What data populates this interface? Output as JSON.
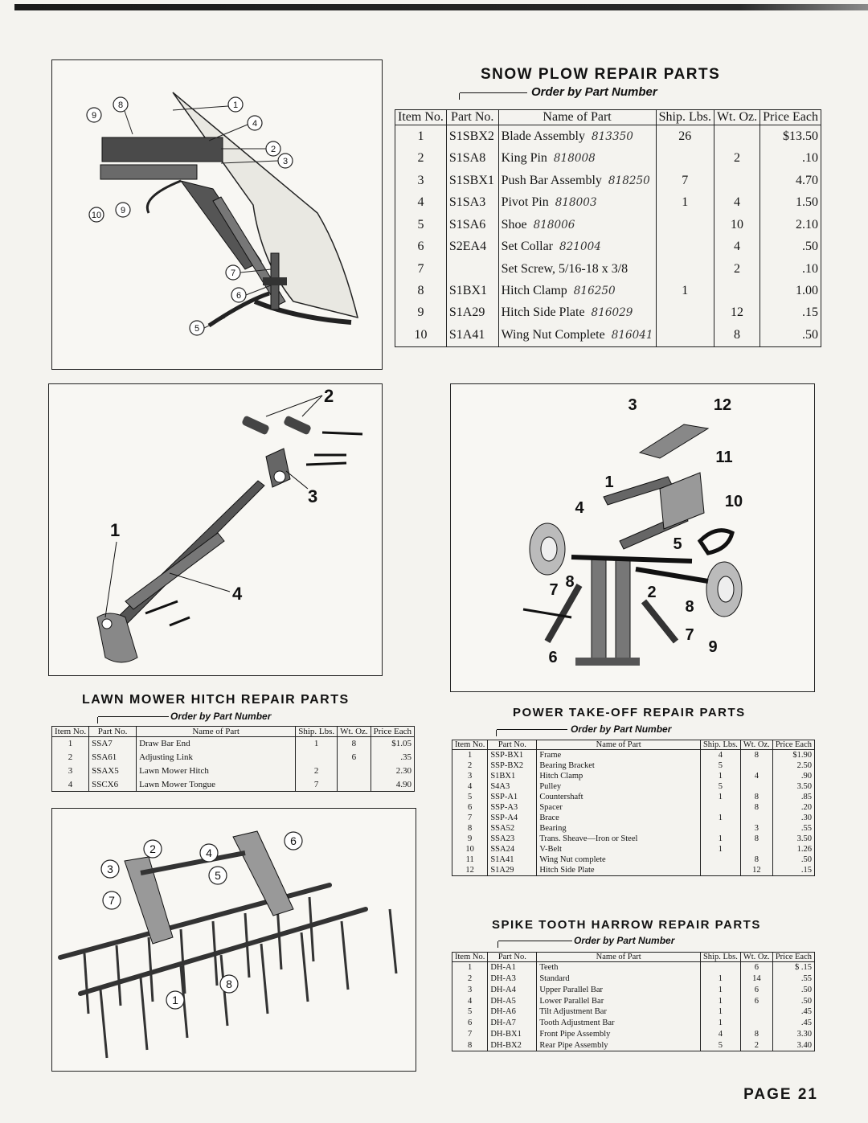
{
  "page_label": "PAGE 21",
  "order_note": "Order by Part Number",
  "snow_plow": {
    "title": "SNOW PLOW REPAIR PARTS",
    "headers": {
      "item": "Item No.",
      "part": "Part No.",
      "name": "Name of Part",
      "ship": "Ship. Lbs.",
      "wt": "Wt. Oz.",
      "price": "Price Each"
    },
    "rows": [
      {
        "item": "1",
        "part": "S1SBX2",
        "name": "Blade Assembly",
        "note": "813350",
        "lbs": "26",
        "oz": "",
        "price": "$13.50"
      },
      {
        "item": "2",
        "part": "S1SA8",
        "name": "King Pin",
        "note": "818008",
        "lbs": "",
        "oz": "2",
        "price": ".10"
      },
      {
        "item": "3",
        "part": "S1SBX1",
        "name": "Push Bar Assembly",
        "note": "818250",
        "lbs": "7",
        "oz": "",
        "price": "4.70"
      },
      {
        "item": "4",
        "part": "S1SA3",
        "name": "Pivot Pin",
        "note": "818003",
        "lbs": "1",
        "oz": "4",
        "price": "1.50"
      },
      {
        "item": "5",
        "part": "S1SA6",
        "name": "Shoe",
        "note": "818006",
        "lbs": "",
        "oz": "10",
        "price": "2.10"
      },
      {
        "item": "6",
        "part": "S2EA4",
        "name": "Set Collar",
        "note": "821004",
        "lbs": "",
        "oz": "4",
        "price": ".50"
      },
      {
        "item": "7",
        "part": "",
        "name": "Set Screw, 5/16-18 x 3/8",
        "note": "",
        "lbs": "",
        "oz": "2",
        "price": ".10"
      },
      {
        "item": "8",
        "part": "S1BX1",
        "name": "Hitch Clamp",
        "note": "816250",
        "lbs": "1",
        "oz": "",
        "price": "1.00"
      },
      {
        "item": "9",
        "part": "S1A29",
        "name": "Hitch Side Plate",
        "note": "816029",
        "lbs": "",
        "oz": "12",
        "price": ".15"
      },
      {
        "item": "10",
        "part": "S1A41",
        "name": "Wing Nut Complete",
        "note": "816041",
        "lbs": "",
        "oz": "8",
        "price": ".50"
      }
    ]
  },
  "lawn_mower": {
    "title": "LAWN MOWER HITCH REPAIR PARTS",
    "headers": {
      "item": "Item No.",
      "part": "Part No.",
      "name": "Name of Part",
      "ship": "Ship. Lbs.",
      "wt": "Wt. Oz.",
      "price": "Price Each"
    },
    "rows": [
      {
        "item": "1",
        "part": "SSA7",
        "name": "Draw Bar End",
        "lbs": "1",
        "oz": "8",
        "price": "$1.05"
      },
      {
        "item": "2",
        "part": "SSA61",
        "name": "Adjusting Link",
        "lbs": "",
        "oz": "6",
        "price": ".35"
      },
      {
        "item": "3",
        "part": "SSAX5",
        "name": "Lawn Mower Hitch",
        "lbs": "2",
        "oz": "",
        "price": "2.30"
      },
      {
        "item": "4",
        "part": "SSCX6",
        "name": "Lawn Mower Tongue",
        "lbs": "7",
        "oz": "",
        "price": "4.90"
      }
    ]
  },
  "power_takeoff": {
    "title": "POWER TAKE-OFF REPAIR PARTS",
    "headers": {
      "item": "Item No.",
      "part": "Part No.",
      "name": "Name of Part",
      "ship": "Ship. Lbs.",
      "wt": "Wt. Oz.",
      "price": "Price Each"
    },
    "rows": [
      {
        "item": "1",
        "part": "SSP-BX1",
        "name": "Frame",
        "lbs": "4",
        "oz": "8",
        "price": "$1.90"
      },
      {
        "item": "2",
        "part": "SSP-BX2",
        "name": "Bearing Bracket",
        "lbs": "5",
        "oz": "",
        "price": "2.50"
      },
      {
        "item": "3",
        "part": "S1BX1",
        "name": "Hitch Clamp",
        "lbs": "1",
        "oz": "4",
        "price": ".90"
      },
      {
        "item": "4",
        "part": "S4A3",
        "name": "Pulley",
        "lbs": "5",
        "oz": "",
        "price": "3.50"
      },
      {
        "item": "5",
        "part": "SSP-A1",
        "name": "Countershaft",
        "lbs": "1",
        "oz": "8",
        "price": ".85"
      },
      {
        "item": "6",
        "part": "SSP-A3",
        "name": "Spacer",
        "lbs": "",
        "oz": "8",
        "price": ".20"
      },
      {
        "item": "7",
        "part": "SSP-A4",
        "name": "Brace",
        "lbs": "1",
        "oz": "",
        "price": ".30"
      },
      {
        "item": "8",
        "part": "SSA52",
        "name": "Bearing",
        "lbs": "",
        "oz": "3",
        "price": ".55"
      },
      {
        "item": "9",
        "part": "SSA23",
        "name": "Trans. Sheave—Iron or Steel",
        "lbs": "1",
        "oz": "8",
        "price": "3.50"
      },
      {
        "item": "10",
        "part": "SSA24",
        "name": "V-Belt",
        "lbs": "1",
        "oz": "",
        "price": "1.26"
      },
      {
        "item": "11",
        "part": "S1A41",
        "name": "Wing Nut complete",
        "lbs": "",
        "oz": "8",
        "price": ".50"
      },
      {
        "item": "12",
        "part": "S1A29",
        "name": "Hitch Side Plate",
        "lbs": "",
        "oz": "12",
        "price": ".15"
      }
    ]
  },
  "harrow": {
    "title": "SPIKE TOOTH HARROW REPAIR PARTS",
    "headers": {
      "item": "Item No.",
      "part": "Part No.",
      "name": "Name of Part",
      "ship": "Ship. Lbs.",
      "wt": "Wt. Oz.",
      "price": "Price Each"
    },
    "rows": [
      {
        "item": "1",
        "part": "DH-A1",
        "name": "Teeth",
        "lbs": "",
        "oz": "6",
        "price": "$ .15"
      },
      {
        "item": "2",
        "part": "DH-A3",
        "name": "Standard",
        "lbs": "1",
        "oz": "14",
        "price": ".55"
      },
      {
        "item": "3",
        "part": "DH-A4",
        "name": "Upper Parallel Bar",
        "lbs": "1",
        "oz": "6",
        "price": ".50"
      },
      {
        "item": "4",
        "part": "DH-A5",
        "name": "Lower Parallel Bar",
        "lbs": "1",
        "oz": "6",
        "price": ".50"
      },
      {
        "item": "5",
        "part": "DH-A6",
        "name": "Tilt Adjustment Bar",
        "lbs": "1",
        "oz": "",
        "price": ".45"
      },
      {
        "item": "6",
        "part": "DH-A7",
        "name": "Tooth Adjustment Bar",
        "lbs": "1",
        "oz": "",
        "price": ".45"
      },
      {
        "item": "7",
        "part": "DH-BX1",
        "name": "Front Pipe Assembly",
        "lbs": "4",
        "oz": "8",
        "price": "3.30"
      },
      {
        "item": "8",
        "part": "DH-BX2",
        "name": "Rear Pipe Assembly",
        "lbs": "5",
        "oz": "2",
        "price": "3.40"
      }
    ]
  },
  "diagram_labels": {
    "snow_plow": [
      "1",
      "2",
      "3",
      "4",
      "5",
      "6",
      "7",
      "8",
      "9",
      "9",
      "10"
    ],
    "lawn_mower": [
      "1",
      "2",
      "3",
      "4"
    ],
    "power_takeoff": [
      "1",
      "2",
      "3",
      "4",
      "5",
      "6",
      "7",
      "7",
      "8",
      "8",
      "9",
      "10",
      "11",
      "12"
    ],
    "harrow": [
      "1",
      "2",
      "3",
      "4",
      "5",
      "6",
      "7",
      "8"
    ]
  }
}
